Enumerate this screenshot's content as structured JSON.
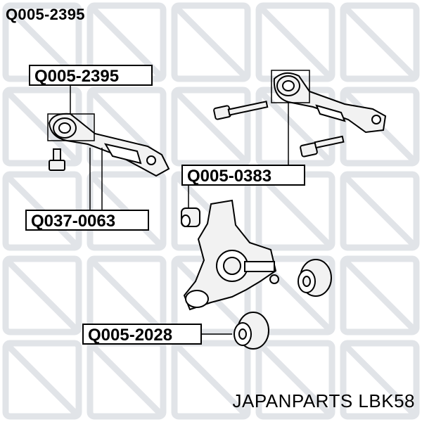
{
  "header": {
    "part_code": "Q005-2395"
  },
  "callouts": [
    {
      "code": "Q005-2395"
    },
    {
      "code": "Q037-0063"
    },
    {
      "code": "Q005-0383"
    },
    {
      "code": "Q005-2028"
    }
  ],
  "footer": {
    "brand_part": "JAPANPARTS LBK58"
  },
  "colors": {
    "watermark": "#c9ced6",
    "line": "#000000",
    "part_fill": "#f2f2f2"
  }
}
